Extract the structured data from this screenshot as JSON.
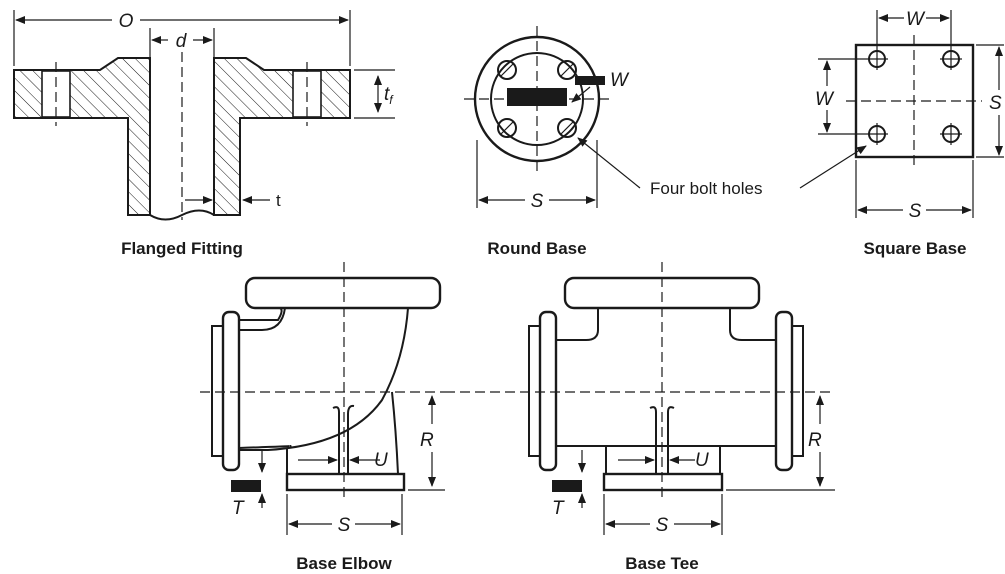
{
  "titles": {
    "flanged": "Flanged Fitting",
    "round": "Round Base",
    "square": "Square Base",
    "elbow": "Base Elbow",
    "tee": "Base Tee"
  },
  "dims": {
    "O": "O",
    "d": "d",
    "tf_main": "t",
    "tf_sub": "f",
    "t": "t",
    "W": "W",
    "S": "S",
    "R": "R",
    "U": "U",
    "T": "T"
  },
  "notes": {
    "bolt_holes": "Four bolt holes"
  },
  "colors": {
    "ink": "#1a1a1a",
    "background": "#ffffff"
  }
}
